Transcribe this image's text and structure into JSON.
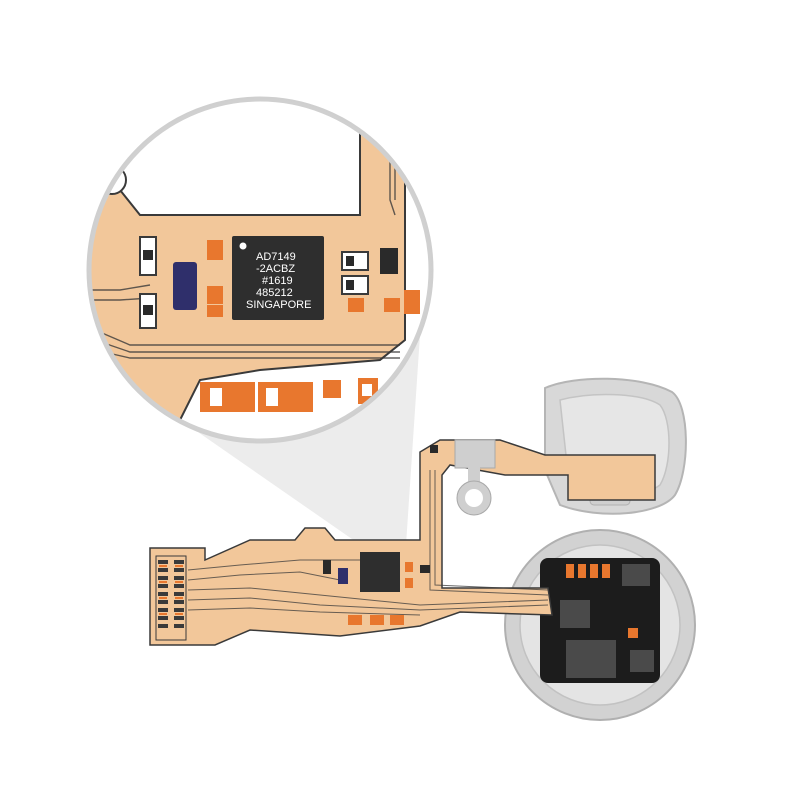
{
  "chip_marking": {
    "line1": "AD7149",
    "line2": "-2ACBZ",
    "line3": "#1619",
    "line4": "485212",
    "line5": "SINGAPORE"
  },
  "colors": {
    "flex_pcb": "#f2c79a",
    "pcb_outline": "#3a3a3a",
    "trace": "#3a3a3a",
    "chip": "#2e2e2e",
    "chip_text": "#ffffff",
    "smd_orange": "#e8772e",
    "smd_white": "#ffffff",
    "capacitor_dark": "#2a2a2a",
    "inductor_navy": "#2f2f6b",
    "metal_grey": "#c9c9c9",
    "sensor_black": "#1c1c1c",
    "callout_cone": "#e9e9e9"
  },
  "icons": [
    "magnifier-callout",
    "flex-cable",
    "touch-sensor-button",
    "connector"
  ]
}
